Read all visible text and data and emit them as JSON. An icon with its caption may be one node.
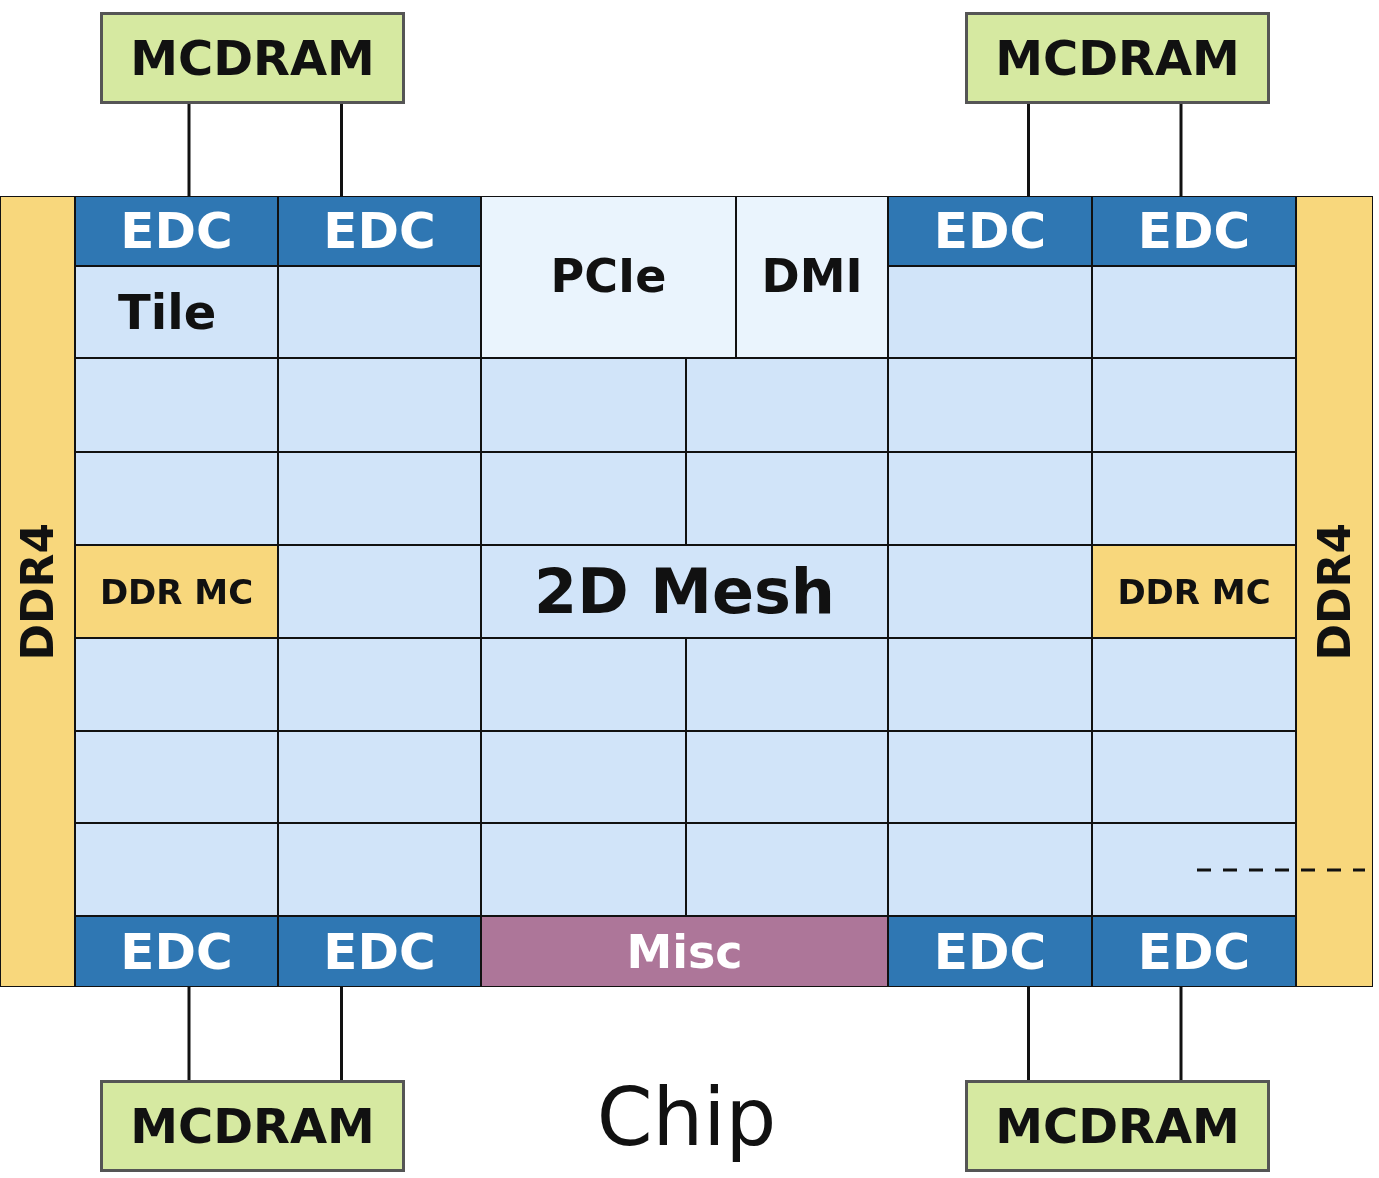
{
  "diagram": {
    "nodes": [
      {
        "text": [
          "MCDRAM"
        ]
      },
      {
        "text": [
          "MCDRAM"
        ]
      },
      {
        "text": [
          "Chip"
        ]
      },
      {
        "text": [
          "DDR4"
        ],
        "in": 2
      },
      {
        "text": [
          "EDC"
        ],
        "in": 2
      },
      {
        "text": [
          "EDC"
        ],
        "in": 2
      },
      {
        "text": [
          "PCIe"
        ],
        "in": 2
      },
      {
        "text": [
          "DMI"
        ],
        "in": 2
      },
      {
        "text": [
          "EDC"
        ],
        "in": 2
      },
      {
        "text": [
          "EDC"
        ],
        "in": 2
      },
      {
        "text": [
          "DDR4"
        ],
        "in": 2
      },
      {
        "text": [
          "Tile"
        ],
        "in": 2
      },
      {
        "text": [],
        "shape": "box",
        "in": 2
      },
      {
        "text": [],
        "shape": "box",
        "in": 2
      },
      {
        "text": [],
        "shape": "box",
        "in": 2
      },
      {
        "text": [],
        "shape": "box",
        "in": 2
      },
      {
        "text": [],
        "shape": "box",
        "in": 2
      },
      {
        "text": [],
        "shape": "box",
        "in": 2
      },
      {
        "text": [],
        "shape": "box",
        "in": 2
      },
      {
        "text": [],
        "shape": "box",
        "in": 2
      },
      {
        "text": [],
        "shape": "box",
        "in": 2
      },
      {
        "text": [],
        "shape": "box",
        "in": 2
      },
      {
        "text": [],
        "shape": "box",
        "in": 2
      },
      {
        "text": [],
        "shape": "box",
        "in": 2
      },
      {
        "text": [],
        "shape": "box",
        "in": 2
      },
      {
        "text": [],
        "shape": "box",
        "in": 2
      },
      {
        "text": [],
        "shape": "box",
        "in": 2
      },
      {
        "text": [
          "DDR MC"
        ],
        "in": 2
      },
      {
        "text": [],
        "shape": "box",
        "in": 2
      },
      {
        "text": [
          "2D Mesh"
        ],
        "in": 2
      },
      {
        "text": [],
        "shape": "box",
        "in": 2
      },
      {
        "text": [
          "DDR MC"
        ],
        "in": 2
      },
      {
        "text": [],
        "shape": "box",
        "in": 2
      },
      {
        "text": [],
        "shape": "box",
        "in": 2
      },
      {
        "text": [],
        "shape": "box",
        "in": 2
      },
      {
        "text": [],
        "shape": "box",
        "in": 2
      },
      {
        "text": [],
        "shape": "box",
        "in": 2
      },
      {
        "text": [],
        "shape": "box",
        "in": 2
      },
      {
        "text": [],
        "shape": "box",
        "in": 2
      },
      {
        "text": [],
        "shape": "box",
        "in": 2
      },
      {
        "text": [],
        "shape": "box",
        "in": 2
      },
      {
        "text": [],
        "shape": "box",
        "in": 2
      },
      {
        "text": [],
        "shape": "box",
        "in": 2
      },
      {
        "text": [],
        "shape": "box",
        "in": 2
      },
      {
        "text": [],
        "shape": "box",
        "in": 2
      },
      {
        "text": [],
        "shape": "box",
        "in": 2
      },
      {
        "text": [],
        "shape": "box",
        "in": 2
      },
      {
        "text": [],
        "shape": "box",
        "in": 2
      },
      {
        "text": [],
        "shape": "box",
        "in": 2
      },
      {
        "text": [],
        "shape": "box",
        "in": 2
      },
      {
        "text": [
          "EDC"
        ],
        "in": 2
      },
      {
        "text": [
          "EDC"
        ],
        "in": 2
      },
      {
        "text": [
          "Misc"
        ],
        "in": 2
      },
      {
        "text": [
          "EDC"
        ],
        "in": 2
      },
      {
        "text": [
          "EDC"
        ],
        "in": 2
      },
      {
        "text": [
          "MCDRAM"
        ]
      },
      {
        "text": [
          "MCDRAM"
        ]
      }
    ],
    "edges": [
      {
        "from": 0,
        "to": 4,
        "arrow": "none"
      },
      {
        "from": 0,
        "to": 5,
        "arrow": "none"
      },
      {
        "from": 1,
        "to": 8,
        "arrow": "none"
      },
      {
        "from": 1,
        "to": 9,
        "arrow": "none"
      },
      {
        "from": 55,
        "to": 50,
        "arrow": "none"
      },
      {
        "from": 55,
        "to": 51,
        "arrow": "none"
      },
      {
        "from": 56,
        "to": 53,
        "arrow": "none"
      },
      {
        "from": 56,
        "to": 54,
        "arrow": "none"
      }
    ]
  }
}
